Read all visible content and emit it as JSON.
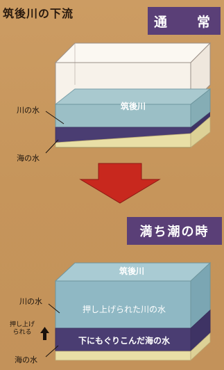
{
  "title": "筑後川の下流",
  "normal": {
    "badge": "通　常",
    "river_label": "筑後川",
    "callout_river_water": "川の水",
    "callout_sea_water": "海の水"
  },
  "high_tide": {
    "badge": "満ち潮の時",
    "river_label": "筑後川",
    "pushed_up_water": "押し上げられた川の水",
    "sea_water_below": "下にもぐりこんだ海の水",
    "callout_river_water": "川の水",
    "callout_sea_water": "海の水",
    "pushed_up_label_line1": "押し上げ",
    "pushed_up_label_line2": "られる"
  },
  "colors": {
    "background": "#c89860",
    "badge": "#5a3f77",
    "arrow": "#c8281e",
    "river_water": "#8ab7c4",
    "sea_water": "#4a3d72",
    "sand": "#e9dfa6"
  }
}
